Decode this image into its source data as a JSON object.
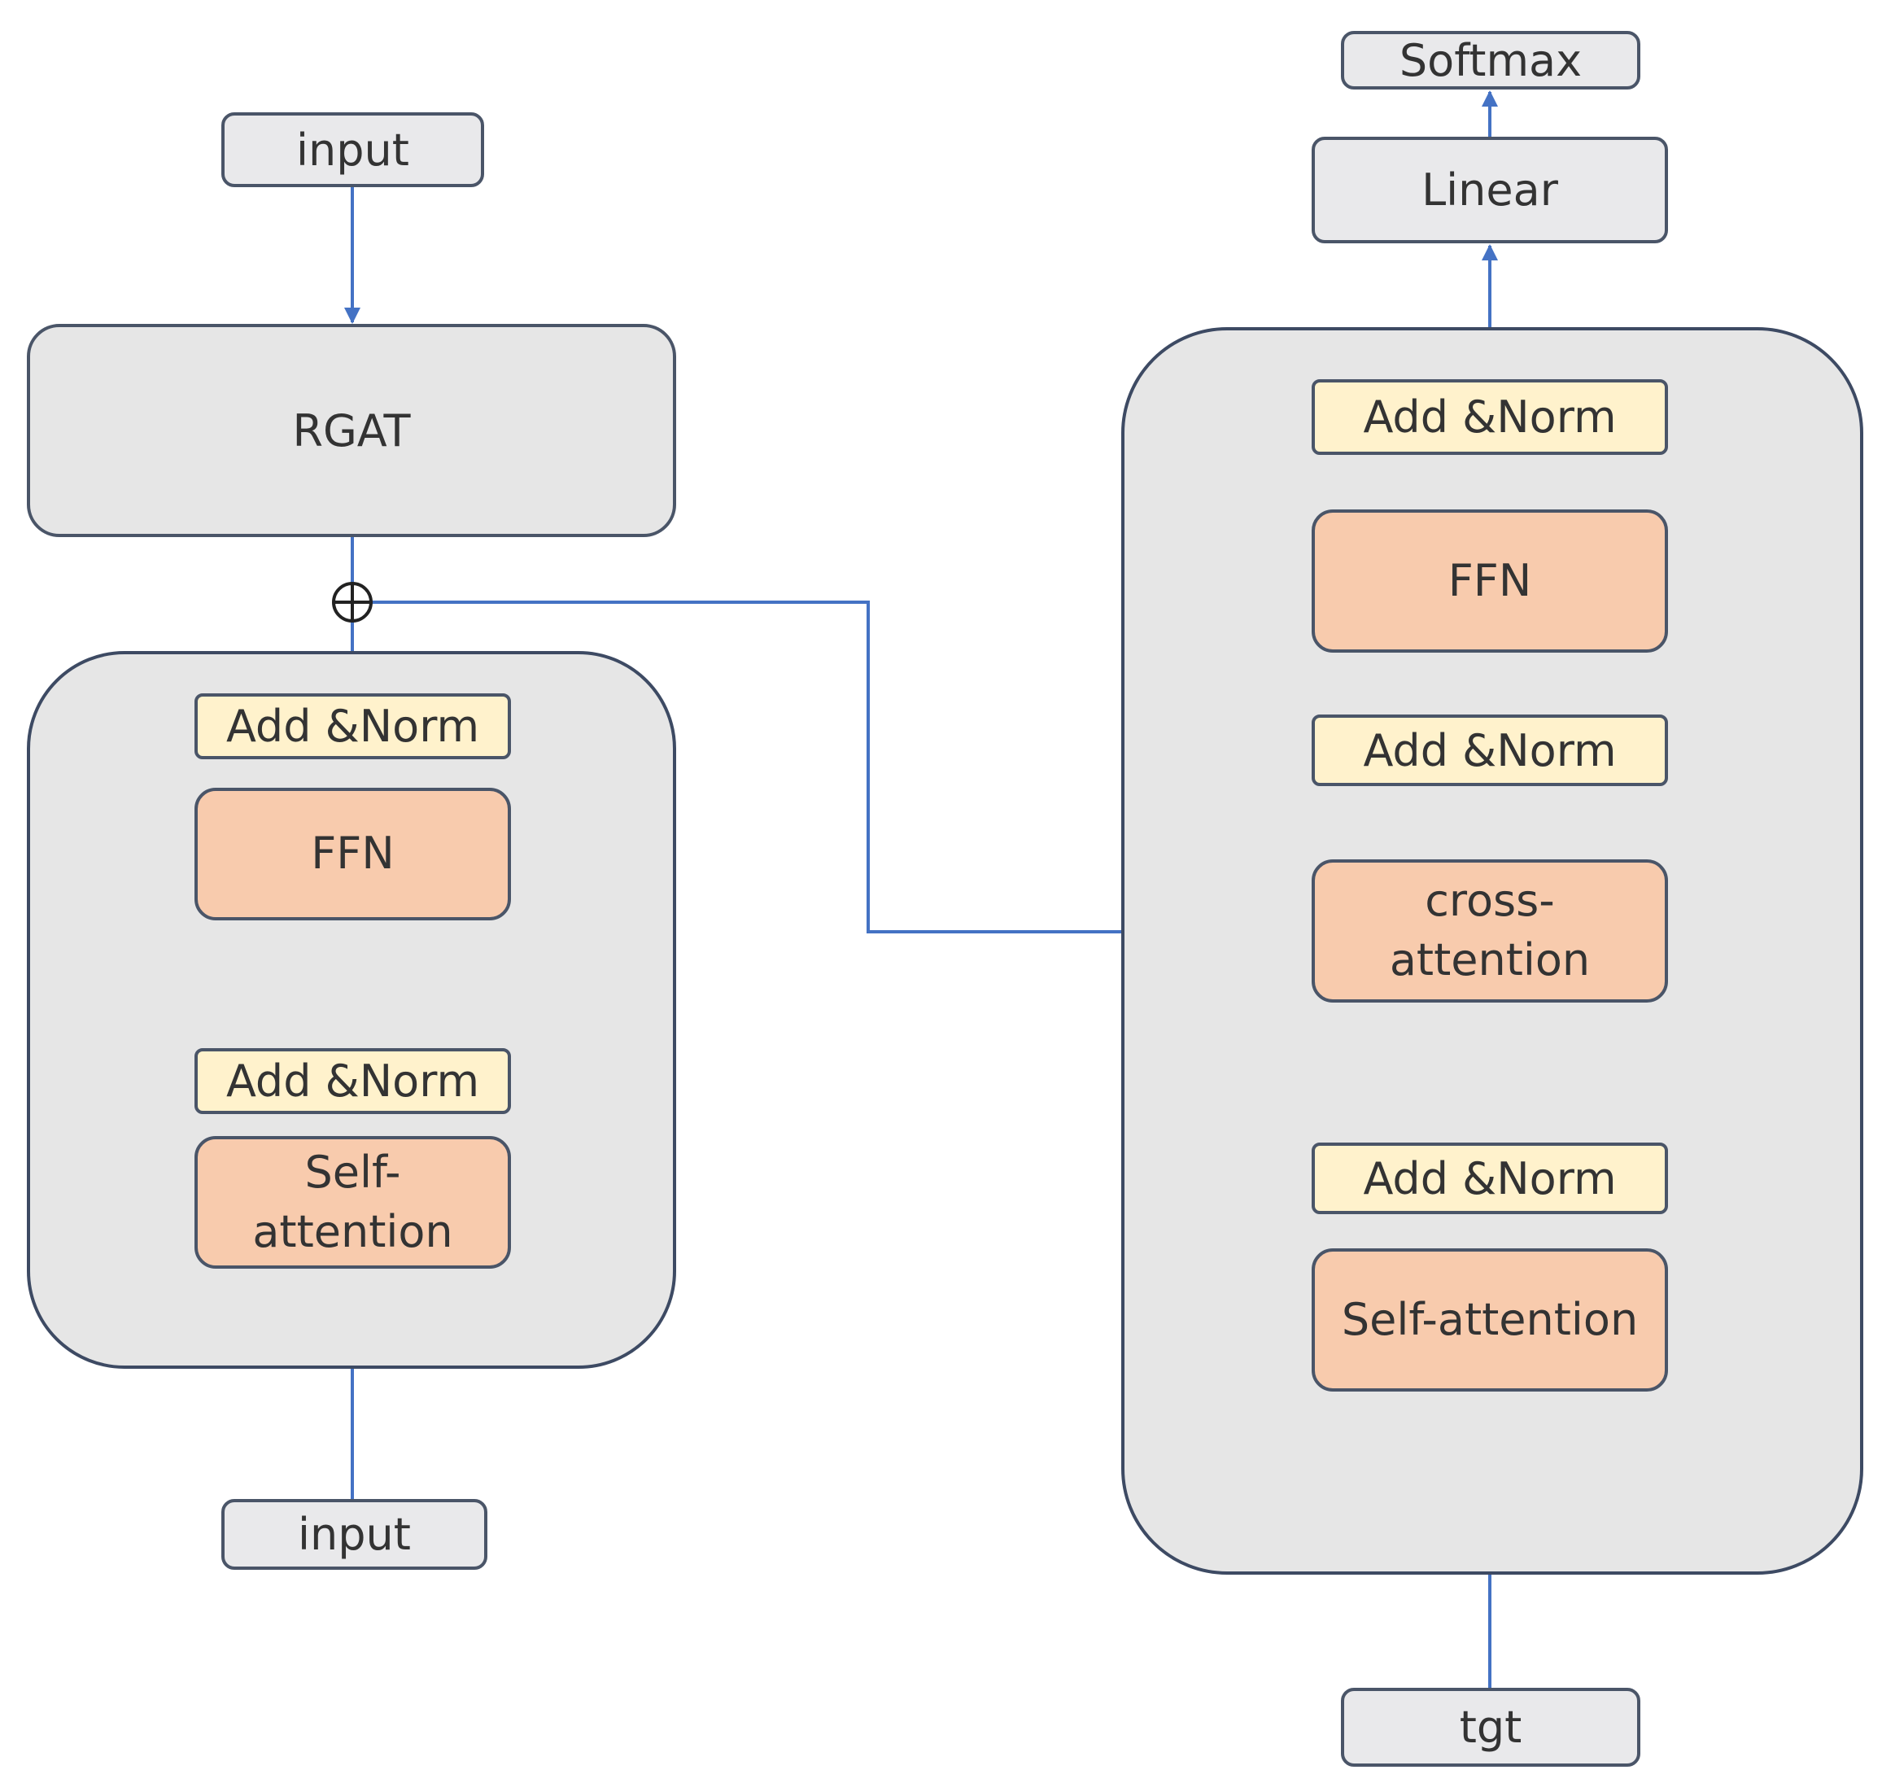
{
  "encoder": {
    "input_top": "input",
    "rgat": "RGAT",
    "add_norm_top": "Add &Norm",
    "ffn": "FFN",
    "add_norm_bottom": "Add &Norm",
    "self_attention": "Self-\nattention",
    "input_bottom": "input"
  },
  "decoder": {
    "softmax": "Softmax",
    "linear": "Linear",
    "add_norm_top": "Add &Norm",
    "ffn": "FFN",
    "add_norm_middle": "Add &Norm",
    "cross_attention": "cross-\nattention",
    "add_norm_bottom": "Add &Norm",
    "self_attention": "Self-attention",
    "tgt": "tgt"
  },
  "colors": {
    "arrow": "#4472c4",
    "block_bg": "#e6e6e6",
    "add_norm_bg": "#fff2cc",
    "ffn_attention_bg": "#f8cbad"
  }
}
